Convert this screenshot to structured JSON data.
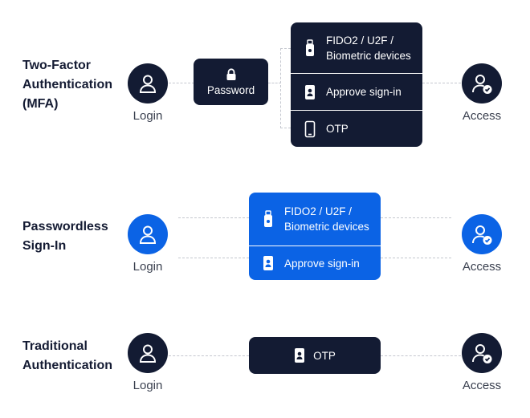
{
  "rows": {
    "mfa": {
      "title_lines": [
        "Two-Factor",
        "Authentication",
        "(MFA)"
      ],
      "login_label": "Login",
      "access_label": "Access",
      "password_label": "Password",
      "methods": [
        "FIDO2 / U2F /",
        "Biometric devices",
        "Approve sign-in",
        "OTP"
      ]
    },
    "passwordless": {
      "title_lines": [
        "Passwordless",
        "Sign-In"
      ],
      "login_label": "Login",
      "access_label": "Access",
      "methods": [
        "FIDO2 / U2F /",
        "Biometric devices",
        "Approve sign-in"
      ]
    },
    "traditional": {
      "title_lines": [
        "Traditional",
        "Authentication"
      ],
      "login_label": "Login",
      "access_label": "Access",
      "methods": [
        "OTP"
      ]
    }
  },
  "colors": {
    "dark": "#131b33",
    "blue": "#0b63e5",
    "dash": "#c4c7cf"
  },
  "icons": [
    "user-icon",
    "user-check-icon",
    "lock-icon",
    "usb-key-icon",
    "phone-id-icon",
    "mobile-phone-icon"
  ]
}
